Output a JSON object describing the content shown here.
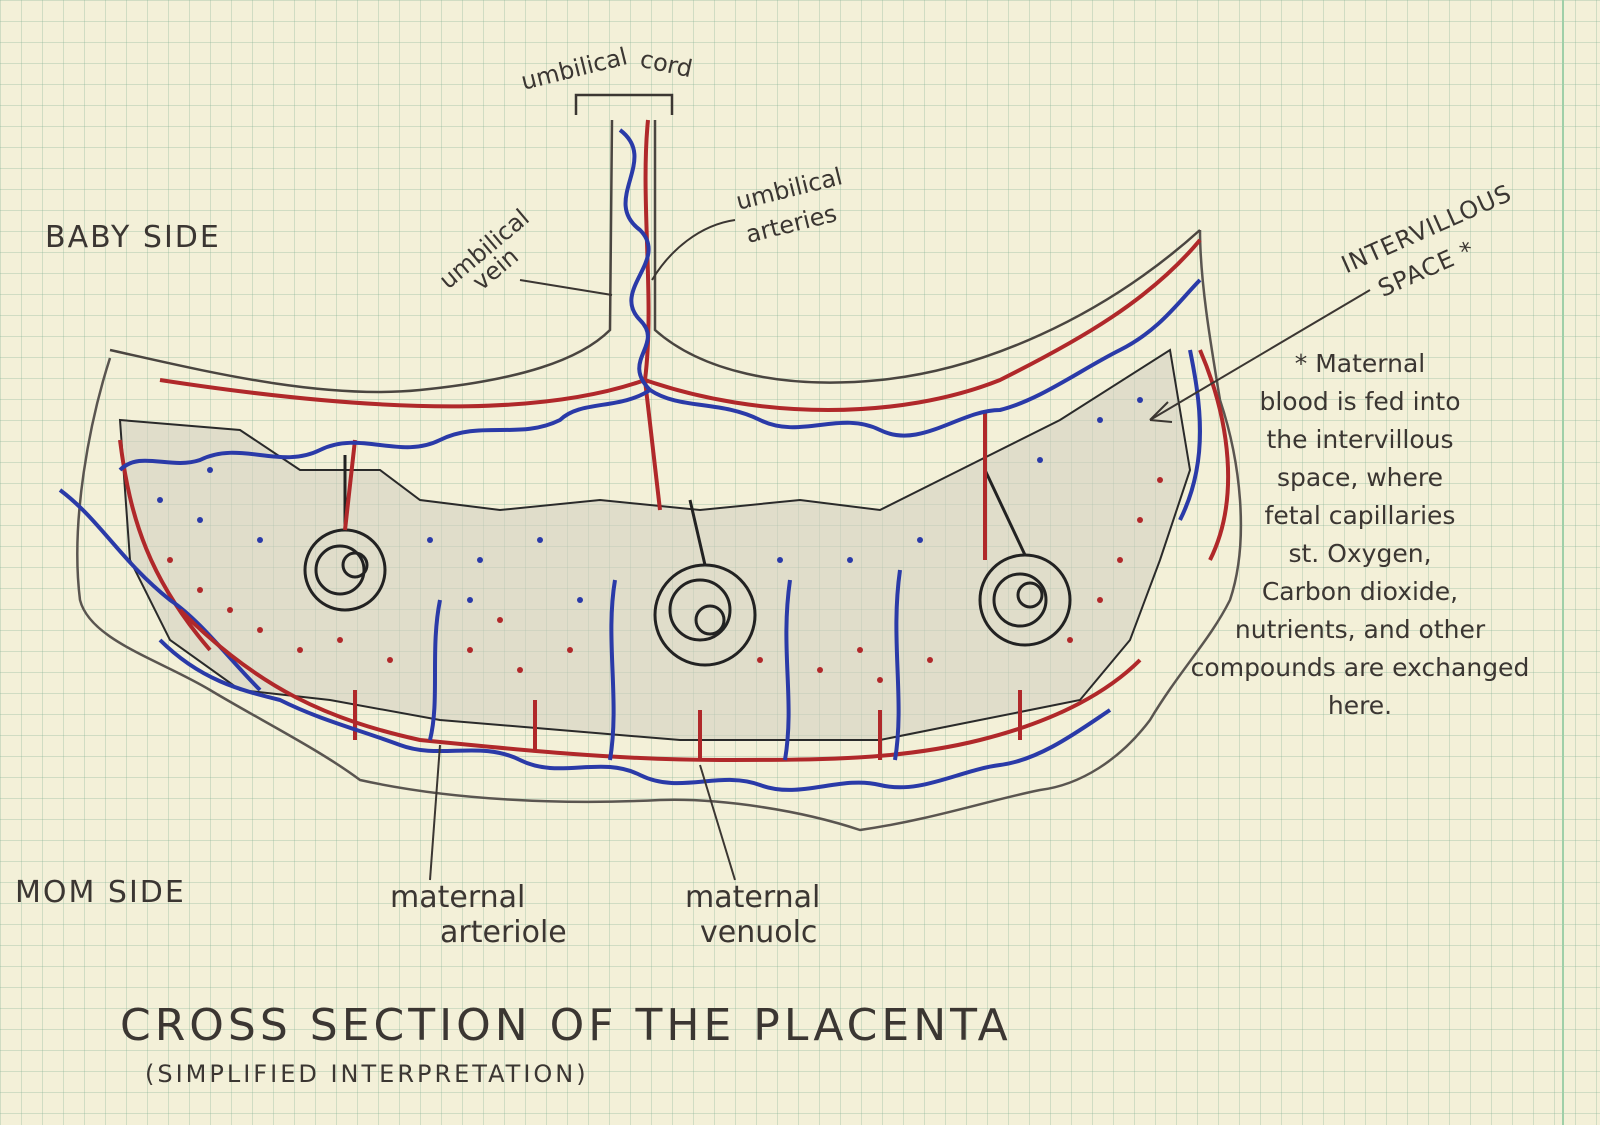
{
  "labels": {
    "umbilical_cord": [
      "umbilical",
      "cord"
    ],
    "baby_side": "BABY SIDE",
    "mom_side": "MOM SIDE",
    "umbilical_vein": [
      "umbilical",
      "vein"
    ],
    "umbilical_arteries": [
      "umbilical",
      "arteries"
    ],
    "intervillous_space": [
      "INTERVILLOUS",
      "SPACE *"
    ],
    "maternal_arteriole": [
      "maternal",
      "arteriole"
    ],
    "maternal_venuole": [
      "maternal",
      "venuolc"
    ]
  },
  "note": [
    "* Maternal",
    "blood is fed into",
    "the intervillous",
    "space, where",
    "fetal capillaries",
    "st. Oxygen,",
    "Carbon dioxide,",
    "nutrients, and other",
    "compounds are exchanged",
    "here."
  ],
  "title": "CROSS SECTION OF THE PLACENTA",
  "subtitle": "(SIMPLIFIED INTERPRETATION)",
  "colors": {
    "paper": "#f3f0d8",
    "grid": "#9fcfa8",
    "pencil": "#3b3632",
    "artery_red": "#b0282a",
    "vein_blue": "#2a3aa8"
  }
}
